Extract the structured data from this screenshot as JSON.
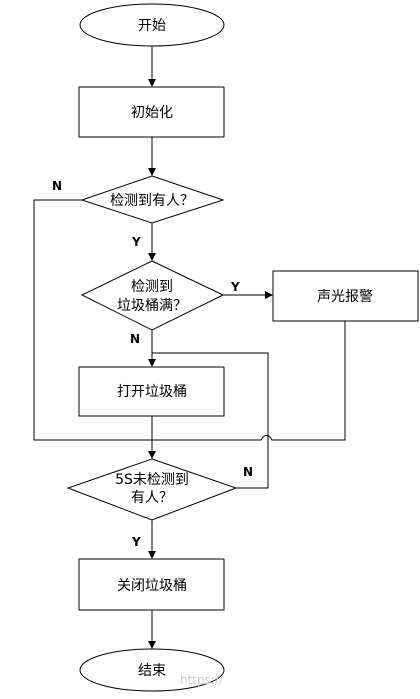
{
  "nodes": {
    "start": "开始",
    "init": "初始化",
    "detect_person": "检测到有人？",
    "bin_full_line1": "检测到",
    "bin_full_line2": "垃圾桶满？",
    "alarm": "声光报警",
    "open_bin": "打开垃圾桶",
    "no_person_5s_line1": "5S未检测到",
    "no_person_5s_line2": "有人？",
    "close_bin": "关闭垃圾桶",
    "end": "结束"
  },
  "edges": {
    "detect_person_no": "N",
    "detect_person_yes": "Y",
    "bin_full_yes": "Y",
    "bin_full_no": "N",
    "no_person_5s_no": "N",
    "no_person_5s_yes": "Y"
  },
  "watermark": "https://"
}
